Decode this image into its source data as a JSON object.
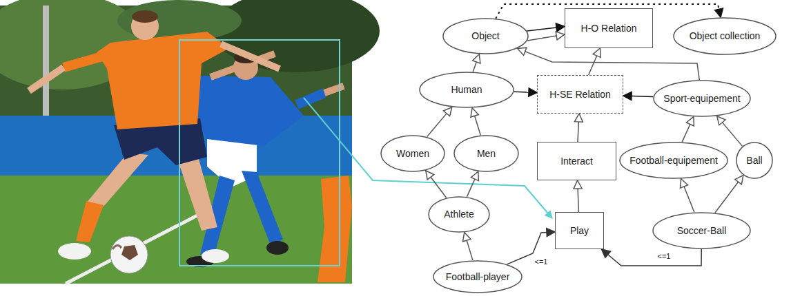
{
  "diagram": {
    "nodes": [
      {
        "text": [
          "Object"
        ]
      },
      {
        "text": [
          "H-O Relation"
        ]
      },
      {
        "text": [
          "Object collection"
        ]
      },
      {
        "text": [
          "Human"
        ]
      },
      {
        "text": [
          "H-SE Relation"
        ]
      },
      {
        "text": [
          "Sport-equipement"
        ]
      },
      {
        "text": [
          "Women"
        ]
      },
      {
        "text": [
          "Men"
        ]
      },
      {
        "text": [
          "Interact"
        ]
      },
      {
        "text": [
          "Football-equipement"
        ]
      },
      {
        "text": [
          "Ball"
        ]
      },
      {
        "text": [
          "Athlete"
        ]
      },
      {
        "text": [
          "Play"
        ]
      },
      {
        "text": [
          "Soccer-Ball"
        ]
      },
      {
        "text": [
          "Football-player"
        ]
      }
    ],
    "edges": [
      {
        "from": 0,
        "to": 1,
        "arrow": "to"
      },
      {
        "from": 0,
        "to": 1,
        "arrow": "to"
      },
      {
        "from": 0,
        "to": 2,
        "arrow": "to"
      },
      {
        "from": 3,
        "to": 0,
        "arrow": "to"
      },
      {
        "from": 5,
        "to": 0,
        "arrow": "to"
      },
      {
        "from": 3,
        "to": 4,
        "arrow": "to"
      },
      {
        "from": 5,
        "to": 4,
        "arrow": "to"
      },
      {
        "from": 4,
        "to": 1,
        "arrow": "to"
      },
      {
        "from": 8,
        "to": 4,
        "arrow": "to"
      },
      {
        "from": 12,
        "to": 8,
        "arrow": "to"
      },
      {
        "from": 6,
        "to": 3,
        "arrow": "to"
      },
      {
        "from": 7,
        "to": 3,
        "arrow": "to"
      },
      {
        "from": 11,
        "to": 6,
        "arrow": "to"
      },
      {
        "from": 11,
        "to": 7,
        "arrow": "to"
      },
      {
        "from": 14,
        "to": 11,
        "arrow": "to"
      },
      {
        "from": 9,
        "to": 5,
        "arrow": "to"
      },
      {
        "from": 10,
        "to": 5,
        "arrow": "to"
      },
      {
        "from": 13,
        "to": 9,
        "arrow": "to"
      },
      {
        "from": 13,
        "to": 10,
        "arrow": "to"
      },
      {
        "from": 14,
        "to": 12,
        "label": "<=1",
        "arrow": "to"
      },
      {
        "from": 13,
        "to": 12,
        "label": "<=1",
        "arrow": "to"
      }
    ]
  }
}
